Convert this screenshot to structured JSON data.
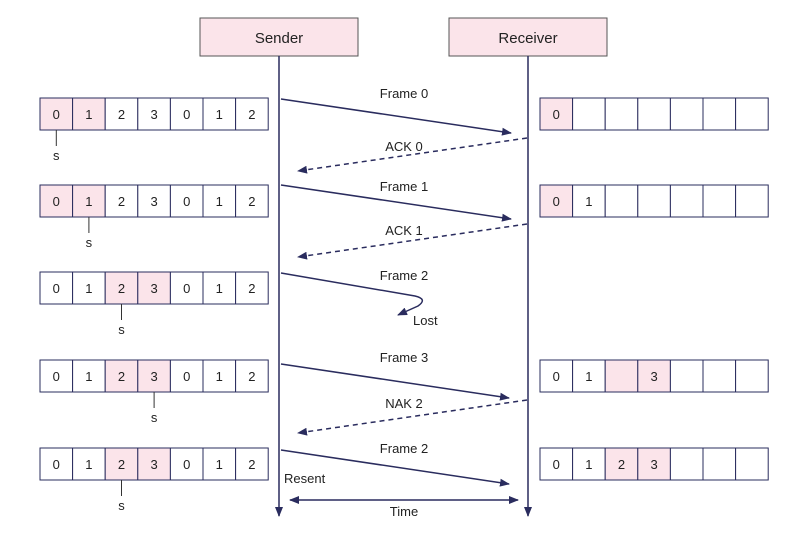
{
  "colors": {
    "line": "#2a2c5e",
    "header_fill": "#fbe4ea",
    "header_stroke": "#555555",
    "cell_stroke": "#2a2c5e",
    "cell_highlight": "#fbe4ea",
    "text": "#222222"
  },
  "entities": {
    "sender": "Sender",
    "receiver": "Receiver"
  },
  "rows": [
    {
      "sender_window": {
        "cells": [
          "0",
          "1",
          "2",
          "3",
          "0",
          "1",
          "2"
        ],
        "highlighted": [
          0,
          1
        ],
        "s_pointer_index": 0,
        "s_label": "s"
      },
      "receiver_window": {
        "cells": [
          "0",
          "",
          "",
          "",
          "",
          "",
          ""
        ],
        "highlighted": [
          0
        ]
      }
    },
    {
      "sender_window": {
        "cells": [
          "0",
          "1",
          "2",
          "3",
          "0",
          "1",
          "2"
        ],
        "highlighted": [
          0,
          1
        ],
        "s_pointer_index": 1,
        "s_label": "s"
      },
      "receiver_window": {
        "cells": [
          "0",
          "1",
          "",
          "",
          "",
          "",
          ""
        ],
        "highlighted": [
          0
        ]
      }
    },
    {
      "sender_window": {
        "cells": [
          "0",
          "1",
          "2",
          "3",
          "0",
          "1",
          "2"
        ],
        "highlighted": [
          2,
          3
        ],
        "s_pointer_index": 2,
        "s_label": "s"
      },
      "receiver_window": null
    },
    {
      "sender_window": {
        "cells": [
          "0",
          "1",
          "2",
          "3",
          "0",
          "1",
          "2"
        ],
        "highlighted": [
          2,
          3
        ],
        "s_pointer_index": 3,
        "s_label": "s"
      },
      "receiver_window": {
        "cells": [
          "0",
          "1",
          "",
          "3",
          "",
          "",
          ""
        ],
        "highlighted": [
          2,
          3
        ]
      }
    },
    {
      "sender_window": {
        "cells": [
          "0",
          "1",
          "2",
          "3",
          "0",
          "1",
          "2"
        ],
        "highlighted": [
          2,
          3
        ],
        "s_pointer_index": 2,
        "s_label": "s"
      },
      "receiver_window": {
        "cells": [
          "0",
          "1",
          "2",
          "3",
          "",
          "",
          ""
        ],
        "highlighted": [
          2,
          3
        ]
      }
    }
  ],
  "messages": [
    {
      "label": "Frame 0",
      "direction": "to-receiver",
      "style": "solid"
    },
    {
      "label": "ACK 0",
      "direction": "to-sender",
      "style": "dashed"
    },
    {
      "label": "Frame 1",
      "direction": "to-receiver",
      "style": "solid"
    },
    {
      "label": "ACK 1",
      "direction": "to-sender",
      "style": "dashed"
    },
    {
      "label": "Frame 2",
      "direction": "to-receiver",
      "style": "lost",
      "note": "Lost"
    },
    {
      "label": "Frame 3",
      "direction": "to-receiver",
      "style": "solid"
    },
    {
      "label": "NAK 2",
      "direction": "to-sender",
      "style": "dashed"
    },
    {
      "label": "Frame 2",
      "direction": "to-receiver",
      "style": "solid",
      "note": "Resent"
    }
  ],
  "time_label": "Time"
}
